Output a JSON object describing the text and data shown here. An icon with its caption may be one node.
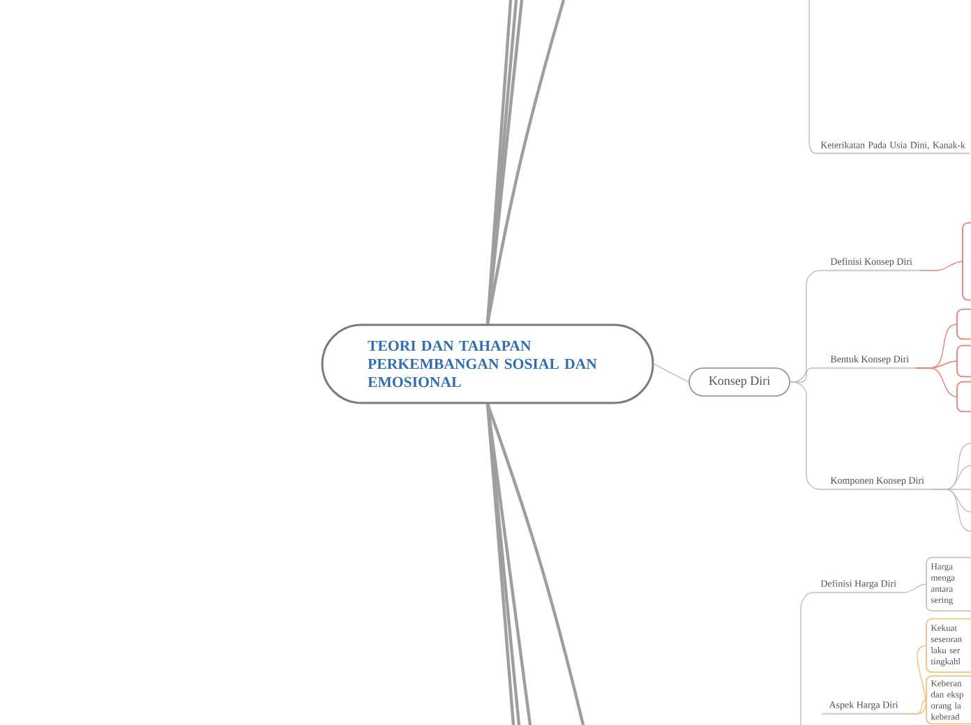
{
  "diagram": {
    "nodes": [
      {
        "text": [
          "TEORI DAN TAHAPAN PERKEMBANGAN SOSIAL DAN EMOSIONAL"
        ]
      },
      {
        "text": [
          "Konsep Diri"
        ]
      },
      {
        "text": [
          "Keterikatan Pada Usia Dini, Kanak-k"
        ]
      },
      {
        "text": [
          "Definisi Konsep Diri"
        ]
      },
      {
        "text": [],
        "shape": "box"
      },
      {
        "text": [
          "Bentuk Konsep Diri"
        ]
      },
      {
        "text": [],
        "shape": "box"
      },
      {
        "text": [],
        "shape": "box"
      },
      {
        "text": [],
        "shape": "box"
      },
      {
        "text": [
          "Komponen Konsep Diri"
        ]
      },
      {
        "text": [
          "Definisi Harga Diri"
        ]
      },
      {
        "text": [
          "Harga menga antara sering"
        ]
      },
      {
        "text": [
          "Aspek Harga Diri"
        ]
      },
      {
        "text": [
          "Kekuat seseoran laku ser tingkahl"
        ]
      },
      {
        "text": [
          "Keberan dan eksp orang la keberad"
        ]
      }
    ],
    "edges": [
      {
        "from": 0,
        "to": null,
        "arrow": "none",
        "style": "thick"
      },
      {
        "from": 0,
        "to": null,
        "arrow": "none",
        "style": "thick"
      },
      {
        "from": 0,
        "to": null,
        "arrow": "none",
        "style": "thick"
      },
      {
        "from": 0,
        "to": null,
        "arrow": "none",
        "style": "thick"
      },
      {
        "from": 0,
        "to": null,
        "arrow": "none",
        "style": "thick"
      },
      {
        "from": 0,
        "to": null,
        "arrow": "none",
        "style": "thick"
      },
      {
        "from": 0,
        "to": null,
        "arrow": "none",
        "style": "thick"
      },
      {
        "from": 0,
        "to": null,
        "arrow": "none",
        "style": "thick"
      },
      {
        "from": 0,
        "to": 1,
        "arrow": "none"
      },
      {
        "from": null,
        "to": 2,
        "arrow": "none"
      },
      {
        "from": 1,
        "to": 3,
        "arrow": "none"
      },
      {
        "from": 1,
        "to": 5,
        "arrow": "none"
      },
      {
        "from": 1,
        "to": 9,
        "arrow": "none"
      },
      {
        "from": 3,
        "to": 4,
        "arrow": "none",
        "color": "#f07a7a"
      },
      {
        "from": 5,
        "to": 6,
        "arrow": "none",
        "color": "#f07a7a"
      },
      {
        "from": 5,
        "to": 7,
        "arrow": "none",
        "color": "#f07a7a"
      },
      {
        "from": 5,
        "to": 8,
        "arrow": "none",
        "color": "#f07a7a"
      },
      {
        "from": 9,
        "to": null,
        "arrow": "none"
      },
      {
        "from": 9,
        "to": null,
        "arrow": "none"
      },
      {
        "from": 9,
        "to": null,
        "arrow": "none"
      },
      {
        "from": 9,
        "to": null,
        "arrow": "none"
      },
      {
        "from": 9,
        "to": null,
        "arrow": "none"
      },
      {
        "from": null,
        "to": 10,
        "arrow": "none"
      },
      {
        "from": 10,
        "to": 11,
        "arrow": "none"
      },
      {
        "from": 12,
        "to": 13,
        "arrow": "none",
        "color": "#f0c27b"
      },
      {
        "from": 12,
        "to": 14,
        "arrow": "none",
        "color": "#f0c27b"
      }
    ]
  }
}
